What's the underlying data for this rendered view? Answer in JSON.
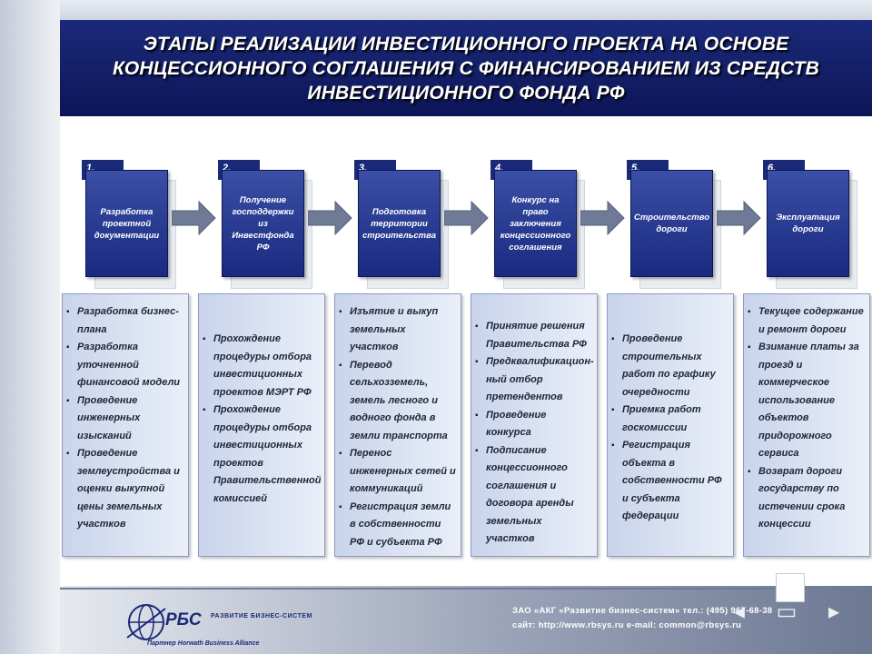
{
  "title": "ЭТАПЫ РЕАЛИЗАЦИИ ИНВЕСТИЦИОННОГО ПРОЕКТА НА ОСНОВЕ КОНЦЕССИОННОГО СОГЛАШЕНИЯ С ФИНАНСИРОВАНИЕМ ИЗ СРЕДСТВ ИНВЕСТИЦИОННОГО ФОНДА РФ",
  "colors": {
    "title_band": "#0c1556",
    "step_box": "#1a2a80",
    "detail_box": "#dbe3f3"
  },
  "steps": [
    {
      "number": "1.",
      "label": "Разработка проектной документации",
      "details": [
        "Разработка бизнес-плана",
        "Разработка уточненной финансовой модели",
        "Проведение инженерных изысканий",
        "Проведение землеустройства и оценки выкупной цены земельных участков"
      ]
    },
    {
      "number": "2.",
      "label": "Получение господдержки из Инвестфонда РФ",
      "details": [
        "Прохождение процедуры отбора инвестиционных проектов МЭРТ РФ",
        "Прохождение процедуры отбора инвестиционных проектов Правительственной комиссией"
      ]
    },
    {
      "number": "3.",
      "label": "Подготовка территории строительства",
      "details": [
        "Изъятие и выкуп земельных участков",
        "Перевод сельхозземель, земель лесного и водного фонда в земли транспорта",
        "Перенос инженерных сетей и коммуникаций",
        "Регистрация земли в собственности РФ и субъекта РФ"
      ]
    },
    {
      "number": "4.",
      "label": "Конкурс на право заключения концессионного соглашения",
      "details": [
        "Принятие решения Правительства РФ",
        "Предквалификацион-ный отбор претендентов",
        "Проведение конкурса",
        "Подписание концессионного соглашения и договора аренды земельных участков"
      ]
    },
    {
      "number": "5.",
      "label": "Строительство дороги",
      "details": [
        "Проведение строительных работ по графику очередности",
        "Приемка работ госкомиссии",
        "Регистрация объекта в собственности РФ и субъекта федерации"
      ]
    },
    {
      "number": "6.",
      "label": "Эксплуатация дороги",
      "details": [
        "Текущее содержание и ремонт дороги",
        "Взимание платы за проезд и коммерческое использование объектов придорожного сервиса",
        "Возврат дороги государству по истечении срока концессии"
      ]
    }
  ],
  "footer": {
    "logo_text": "РБС",
    "logo_subtitle": "РАЗВИТИЕ БИЗНЕС-СИСТЕМ",
    "partner": "Партнер Horwath Business Alliance",
    "contact_line1": "ЗАО «АКГ «Развитие бизнес-систем» тел.: (495) 967-68-38",
    "contact_line2": "сайт: http://www.rbsys.ru   e-mail: common@rbsys.ru"
  }
}
